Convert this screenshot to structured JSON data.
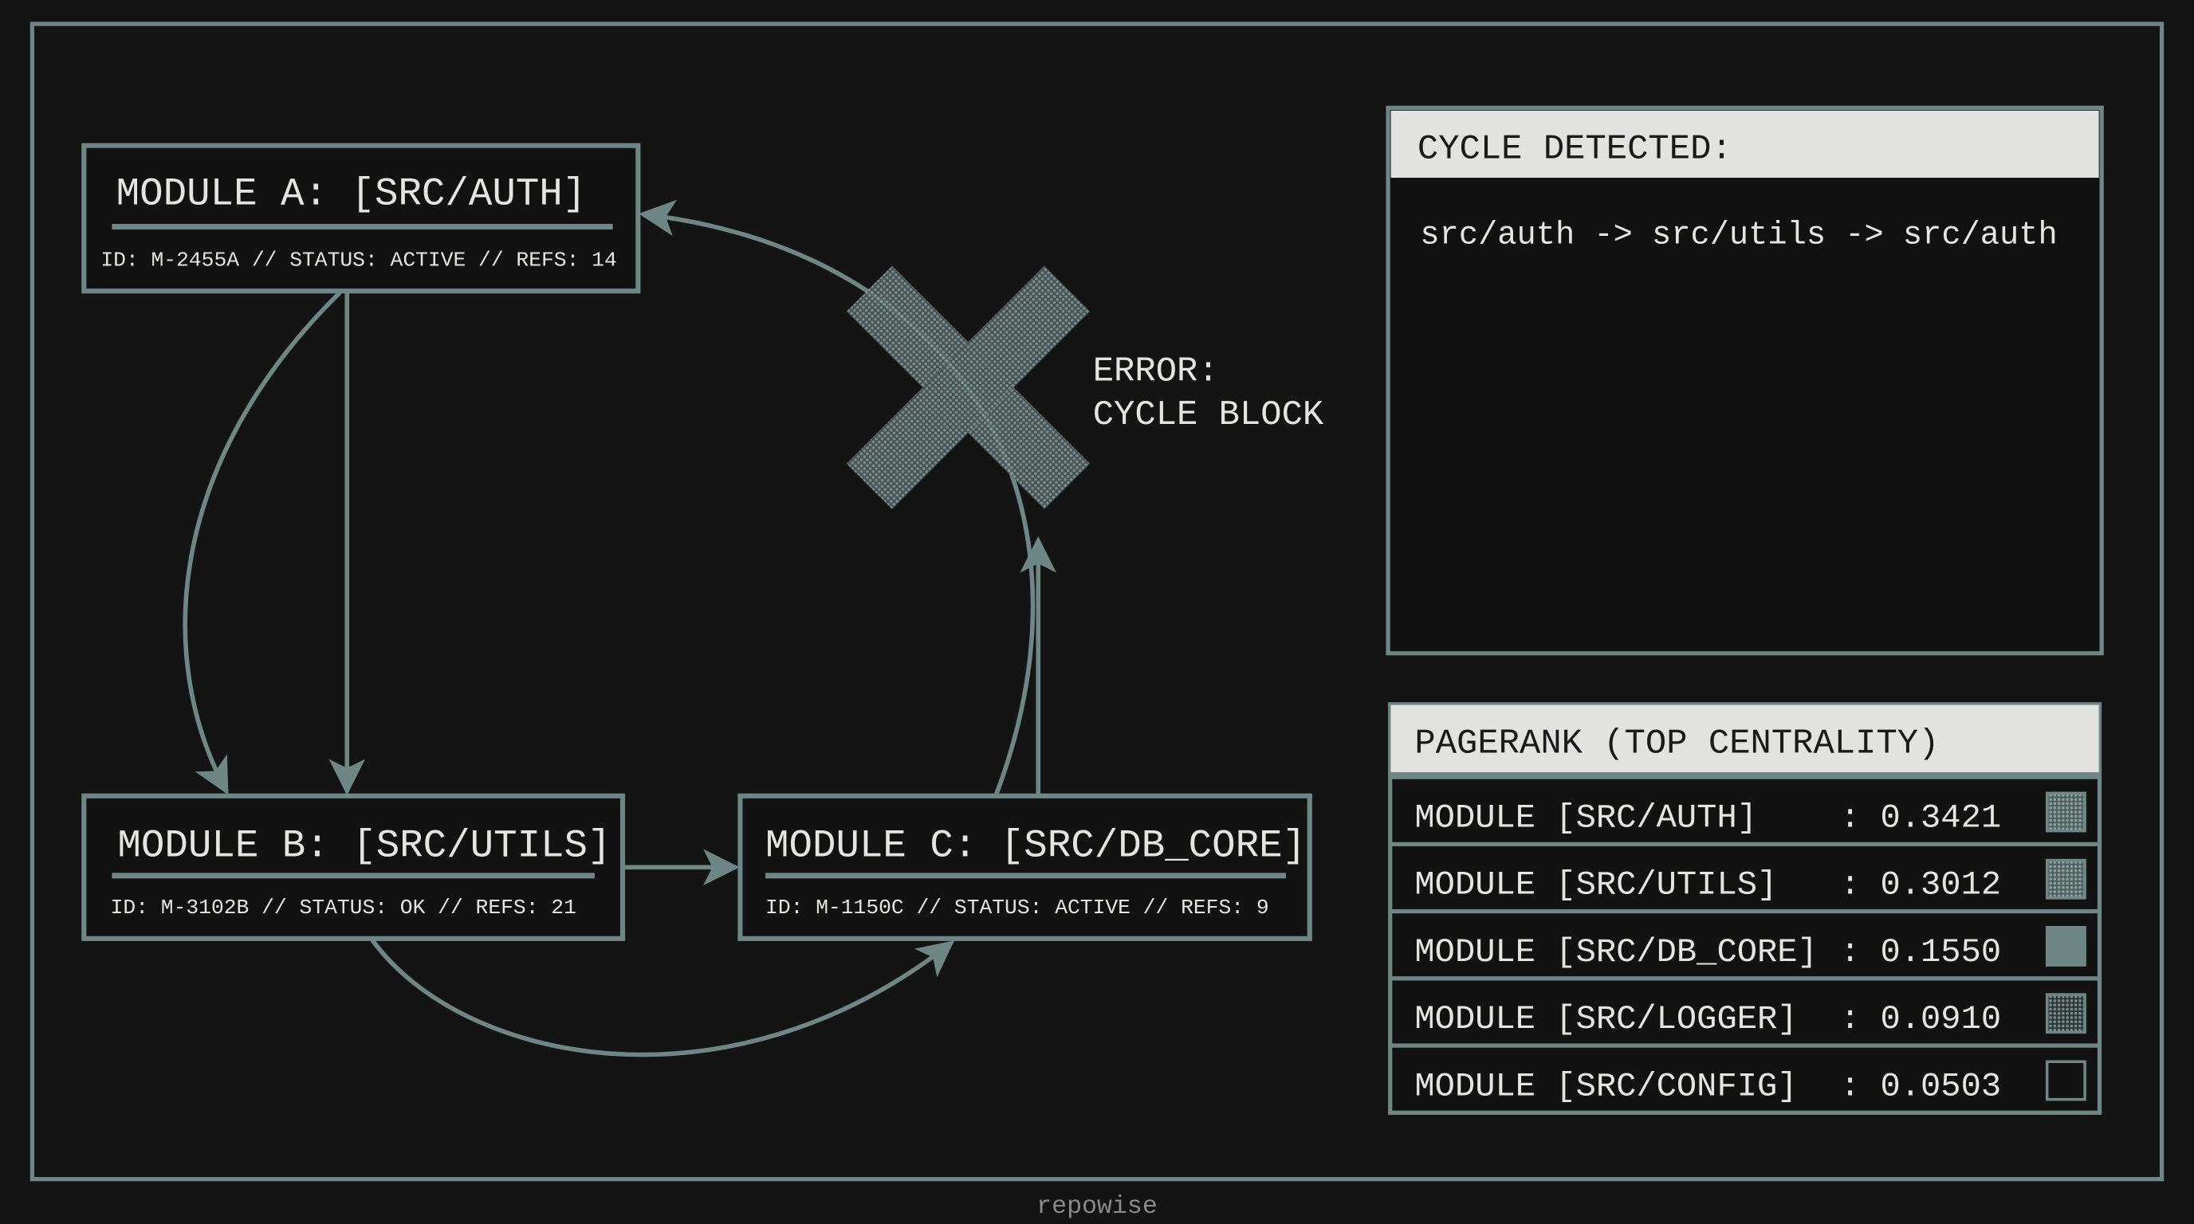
{
  "colors": {
    "background": "#141414",
    "accent": "#6f8784",
    "text": "#e4e4e2",
    "header_fill": "#e2e2e0"
  },
  "modules": [
    {
      "title": "MODULE A: [SRC/AUTH]",
      "meta": "ID: M-2455A // STATUS: ACTIVE // REFS: 14"
    },
    {
      "title": "MODULE B: [SRC/UTILS]",
      "meta": "ID: M-3102B // STATUS: OK // REFS: 21"
    },
    {
      "title": "MODULE C: [SRC/DB_CORE]",
      "meta": "ID: M-1150C // STATUS: ACTIVE // REFS: 9"
    }
  ],
  "error": {
    "icon": "x-cross-icon",
    "line1": "ERROR:",
    "line2": "CYCLE BLOCK"
  },
  "cycle_panel": {
    "title": "CYCLE DETECTED:",
    "path": "src/auth -> src/utils -> src/auth"
  },
  "pagerank_panel": {
    "title": "PAGERANK (TOP CENTRALITY)",
    "rows": [
      {
        "label": "MODULE [SRC/AUTH]",
        "value": ": 0.3421",
        "swatch": "dotted"
      },
      {
        "label": "MODULE [SRC/UTILS]",
        "value": ": 0.3012",
        "swatch": "dotted"
      },
      {
        "label": "MODULE [SRC/DB_CORE]",
        "value": ": 0.1550",
        "swatch": "solid"
      },
      {
        "label": "MODULE [SRC/LOGGER]",
        "value": ": 0.0910",
        "swatch": "dotted-dark"
      },
      {
        "label": "MODULE [SRC/CONFIG]",
        "value": ": 0.0503",
        "swatch": "empty"
      }
    ]
  },
  "footer": {
    "brand": "repowise"
  }
}
